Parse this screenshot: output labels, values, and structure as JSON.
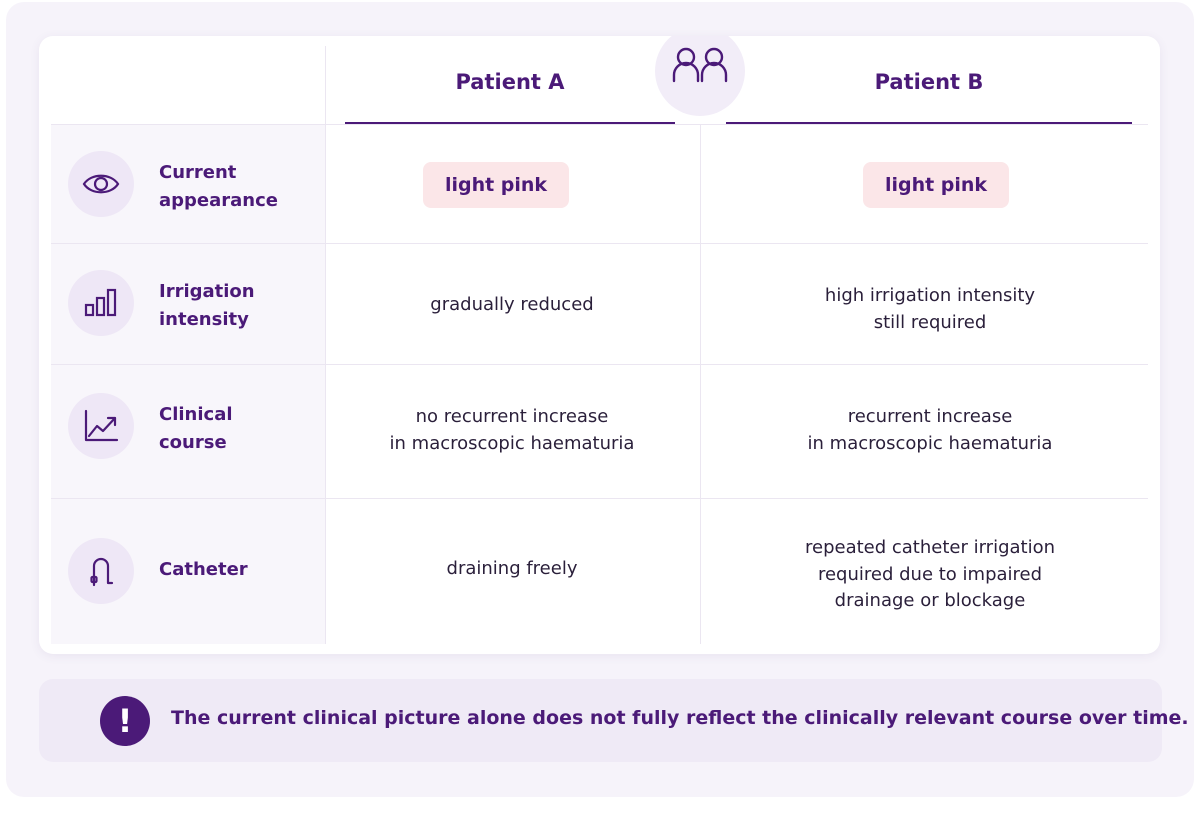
{
  "columns": {
    "patient_a": "Patient A",
    "patient_b": "Patient B"
  },
  "header_icon": "patients-icon",
  "rows": [
    {
      "icon": "eye-icon",
      "label_lines": [
        "Current",
        "appearance"
      ],
      "a_lines": [
        "light pink"
      ],
      "b_lines": [
        "light pink"
      ],
      "style": "pill"
    },
    {
      "icon": "bar-chart-icon",
      "label_lines": [
        "Irrigation",
        "intensity"
      ],
      "a_lines": [
        "gradually reduced"
      ],
      "b_lines": [
        "high irrigation intensity",
        "still required"
      ],
      "style": "text"
    },
    {
      "icon": "trend-up-icon",
      "label_lines": [
        "Clinical",
        "course"
      ],
      "a_lines": [
        "no recurrent increase",
        "in macroscopic haematuria"
      ],
      "b_lines": [
        "recurrent increase",
        "in macroscopic haematuria"
      ],
      "style": "text"
    },
    {
      "icon": "catheter-icon",
      "label_lines": [
        "Catheter"
      ],
      "a_lines": [
        "draining freely"
      ],
      "b_lines": [
        "repeated catheter irrigation",
        "required due to impaired",
        "drainage or blockage"
      ],
      "style": "text"
    }
  ],
  "note": {
    "icon": "exclamation-icon",
    "symbol": "!",
    "text": "The current clinical picture alone does not fully reflect the clinically relevant course over time."
  },
  "colors": {
    "primary": "#4b1a78",
    "pill": "#fbe6e8",
    "icon_bg": "#eee7f6",
    "note_bg": "#efeaf6"
  }
}
